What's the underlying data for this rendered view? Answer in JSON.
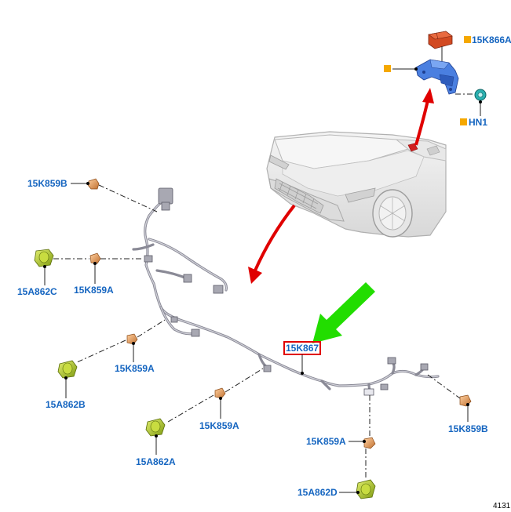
{
  "labels": {
    "top_module": "15K866A",
    "fastener": "HN1",
    "harness": "15K867",
    "sensor_b_left": "15K859B",
    "sensor_b_right": "15K859B",
    "sensor_a1": "15K859A",
    "sensor_a2": "15K859A",
    "sensor_a3": "15K859A",
    "sensor_a4": "15K859A",
    "bracket_c": "15A862C",
    "bracket_b": "15A862B",
    "bracket_a": "15A862A",
    "bracket_d": "15A862D"
  },
  "reference_number": "4131",
  "colors": {
    "label_text": "#1565c0",
    "marker": "#f5a800",
    "callout_box": "#e00000",
    "red_arrow": "#e00000",
    "green_arrow": "#22dd00",
    "sensor": "#e8a060",
    "bracket": "#a8c020",
    "module": "#c84020",
    "mount_bracket": "#3a6fd8",
    "clip": "#2ab0b0"
  }
}
